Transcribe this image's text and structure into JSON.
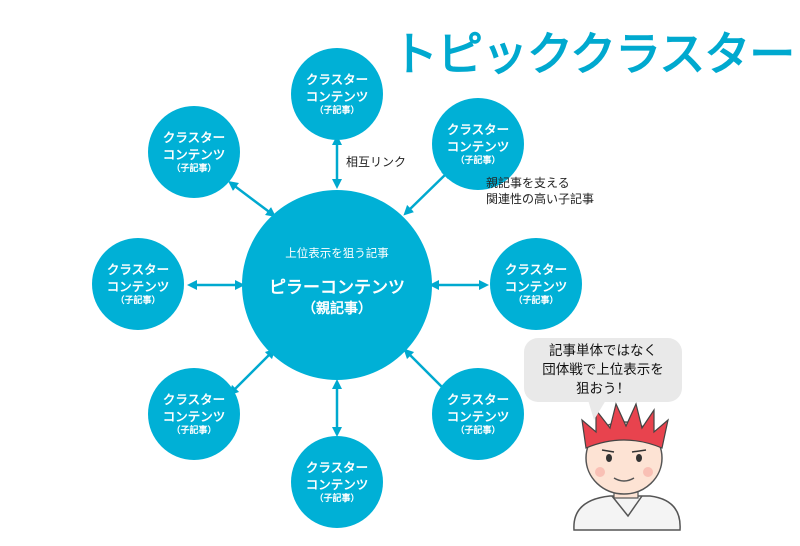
{
  "title": "トピッククラスター",
  "pillar": {
    "caption": "上位表示を狙う記事",
    "name": "ピラーコンテンツ",
    "sub": "（親記事）"
  },
  "cluster": {
    "line1": "クラスター",
    "line2": "コンテンツ",
    "line3": "（子記事）"
  },
  "labels": {
    "mutual_link": "相互リンク",
    "related_line1": "親記事を支える",
    "related_line2": "関連性の高い子記事"
  },
  "bubble": {
    "line1": "記事単体ではなく",
    "line2": "団体戦で上位表示を",
    "line3": "狙おう！"
  },
  "colors": {
    "accent": "#00b0d6",
    "title": "#00a9cf",
    "bubble": "#e9e9e9"
  },
  "icons": [
    "double-arrow-icon",
    "person-illustration-icon"
  ]
}
